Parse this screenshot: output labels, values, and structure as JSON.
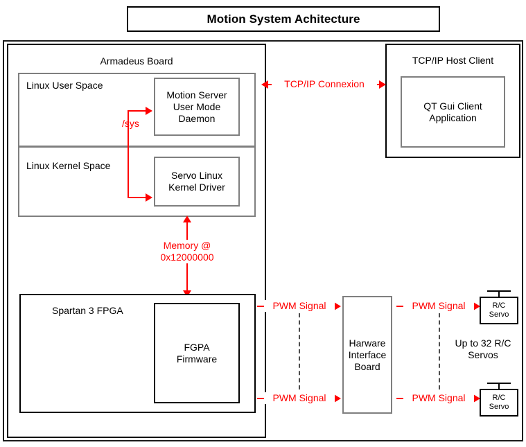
{
  "title": {
    "text": "Motion System Achitecture"
  },
  "armadeus": {
    "label": "Armadeus Board",
    "user_space": {
      "label": "Linux User Space",
      "daemon": "Motion Server\nUser Mode\nDaemon"
    },
    "kernel_space": {
      "label": "Linux Kernel Space",
      "driver": "Servo Linux\nKernel Driver"
    },
    "sys_link_label": "/sys",
    "memory_link_label": "Memory @\n0x12000000",
    "fpga": {
      "label": "Spartan 3 FPGA",
      "firmware": "FGPA\nFirmware"
    }
  },
  "host": {
    "label": "TCP/IP Host Client",
    "app": "QT Gui Client\nApplication"
  },
  "connections": {
    "tcpip_label": "TCP/IP Connexion",
    "pwm_top_left": "PWM Signal",
    "pwm_bottom_left": "PWM Signal",
    "pwm_top_right": "PWM Signal",
    "pwm_bottom_right": "PWM Signal"
  },
  "interface_board": {
    "label": "Harware\nInterface\nBoard"
  },
  "servos": {
    "note": "Up to 32 R/C\nServos",
    "top": "R/C\nServo",
    "bottom": "R/C\nServo"
  },
  "colors": {
    "accent_red": "#ff0000",
    "box_black": "#000000",
    "box_gray": "#7f7f7f",
    "dashed_gray": "#4d4d4d",
    "background": "#ffffff"
  }
}
